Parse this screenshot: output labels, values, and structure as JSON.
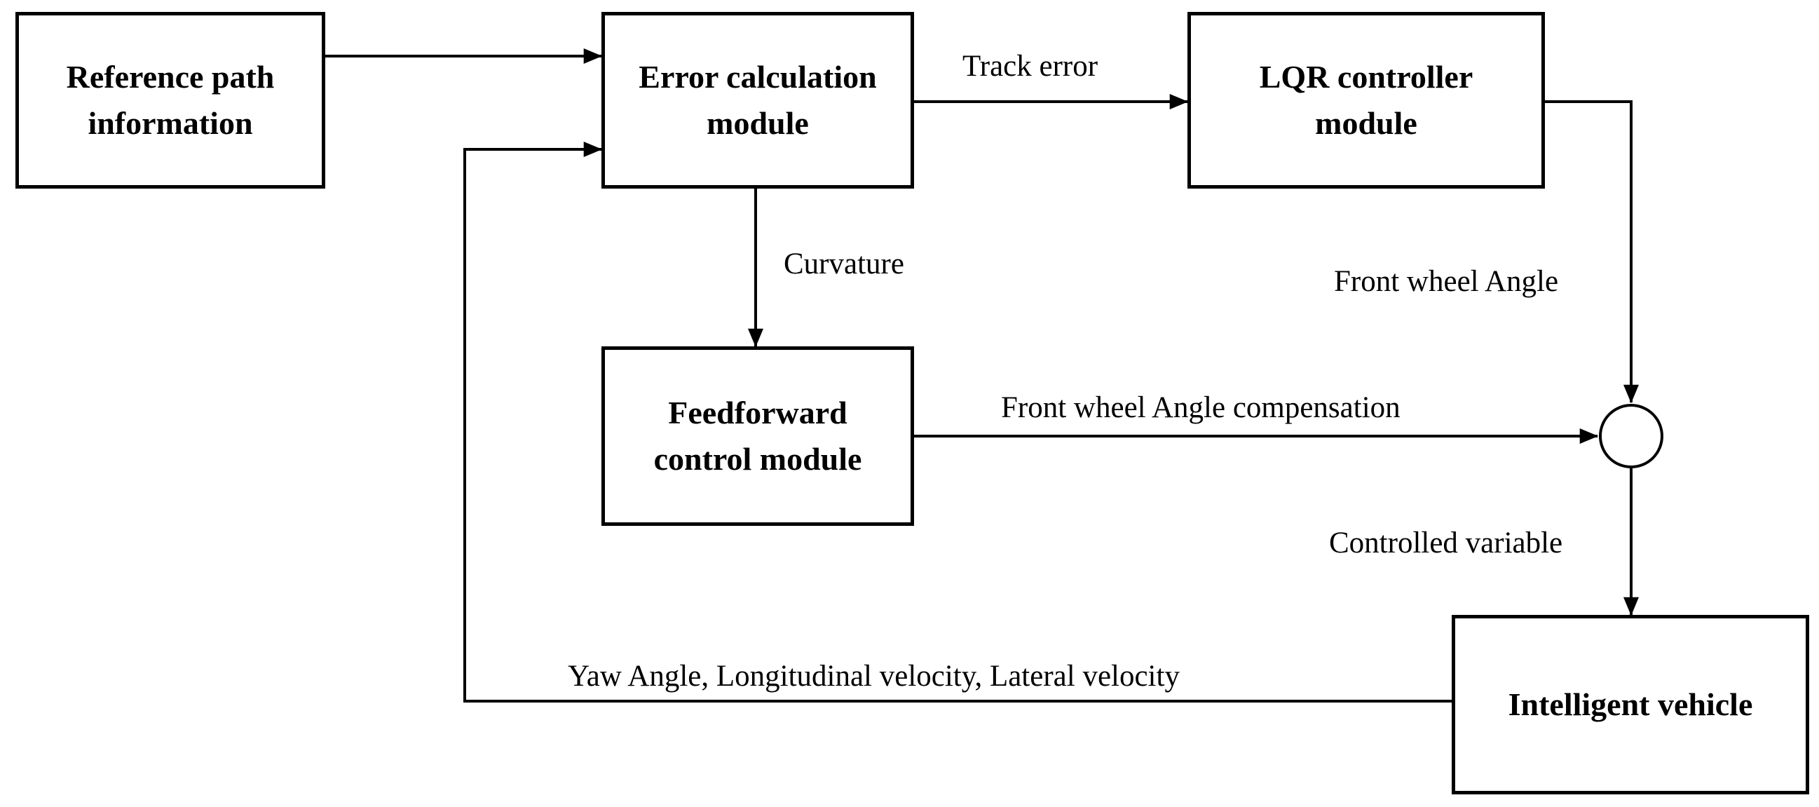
{
  "diagram": {
    "nodes": {
      "reference_path": {
        "line1": "Reference path",
        "line2": "information"
      },
      "error_calc": {
        "line1": "Error calculation",
        "line2": "module"
      },
      "lqr": {
        "line1": "LQR controller",
        "line2": "module"
      },
      "feedforward": {
        "line1": "Feedforward",
        "line2": "control module"
      },
      "vehicle": {
        "line1": "Intelligent vehicle"
      }
    },
    "edges": {
      "track_error": "Track error",
      "curvature": "Curvature",
      "front_wheel_angle": "Front wheel Angle",
      "front_wheel_angle_comp": "Front wheel Angle compensation",
      "controlled_variable": "Controlled variable",
      "feedback": "Yaw Angle, Longitudinal velocity, Lateral velocity"
    },
    "colors": {
      "stroke": "#000000",
      "background": "#ffffff"
    }
  }
}
